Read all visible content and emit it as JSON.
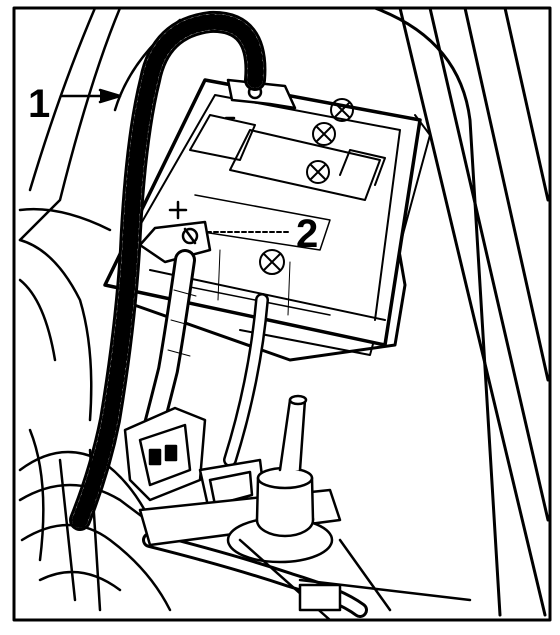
{
  "diagram": {
    "callouts": [
      {
        "id": "1",
        "label": "1"
      },
      {
        "id": "2",
        "label": "2"
      }
    ],
    "battery_terminal_marks": [
      "+",
      "−"
    ],
    "colors": {
      "ink": "#000000",
      "paper": "#ffffff"
    }
  }
}
